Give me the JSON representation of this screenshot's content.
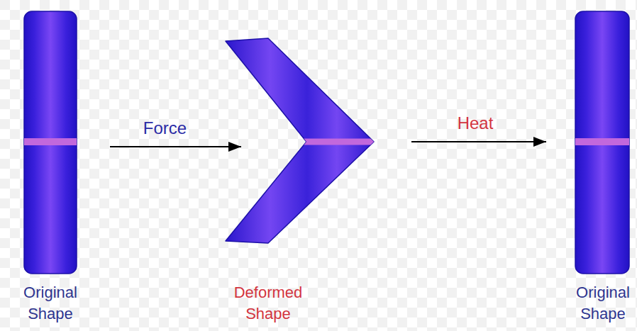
{
  "diagram": {
    "nodes": [
      {
        "text": [
          "Original Shape"
        ]
      },
      {
        "text": [
          "Deformed Shape"
        ]
      },
      {
        "text": [
          "Original Shape"
        ]
      }
    ],
    "edges": [
      {
        "from": 0,
        "to": 1,
        "arrow": "to",
        "label": "Force"
      },
      {
        "from": 1,
        "to": 2,
        "arrow": "to",
        "label": "Heat"
      }
    ]
  }
}
